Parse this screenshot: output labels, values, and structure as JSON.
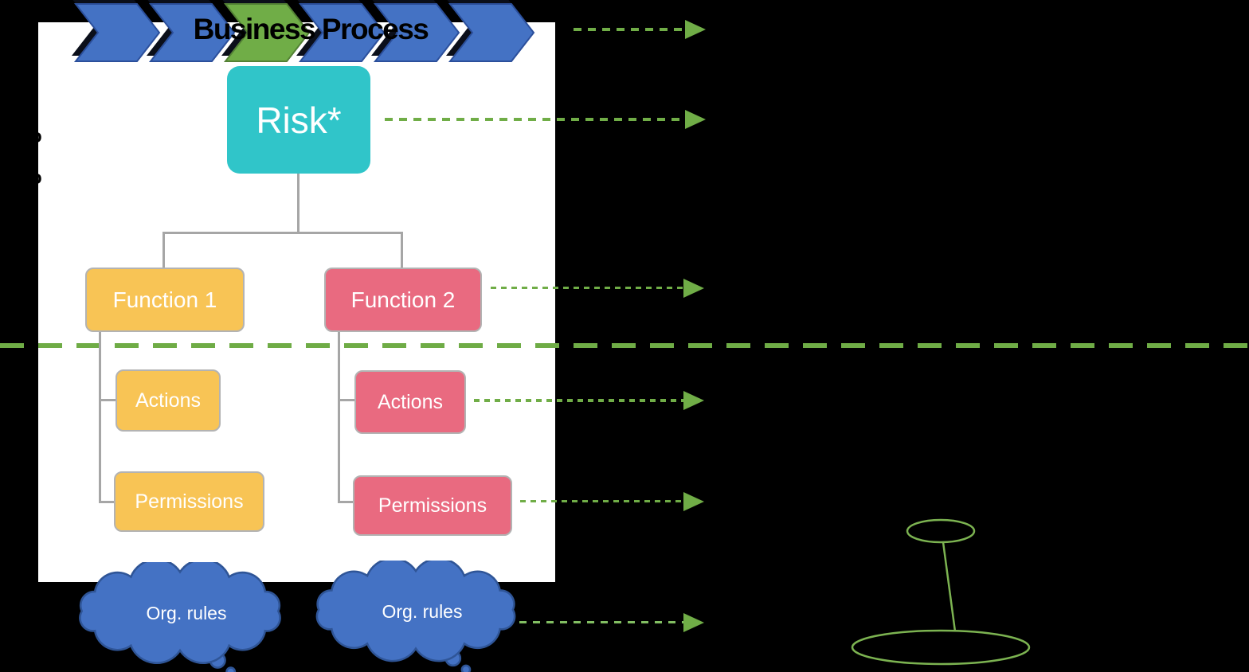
{
  "banner": {
    "label": "Business Process",
    "segment_colors": [
      "#4472C4",
      "#4472C4",
      "#70AD47",
      "#4472C4",
      "#4472C4",
      "#4472C4"
    ],
    "segment_borders": [
      "#2B4F9B",
      "#2B4F9B",
      "#538135",
      "#2B4F9B",
      "#2B4F9B",
      "#2B4F9B"
    ]
  },
  "bullets": [
    "o",
    "o"
  ],
  "tree": {
    "root": {
      "label": "Risk*",
      "color": "#30C5C9"
    },
    "branches": [
      {
        "label": "Function 1",
        "color": "#F8C455",
        "children": [
          {
            "label": "Actions"
          },
          {
            "label": "Permissions"
          }
        ],
        "cloud": {
          "label": "Org. rules"
        }
      },
      {
        "label": "Function 2",
        "color": "#E96A80",
        "children": [
          {
            "label": "Actions"
          },
          {
            "label": "Permissions"
          }
        ],
        "cloud": {
          "label": "Org. rules"
        }
      }
    ]
  },
  "colors": {
    "background": "#000000",
    "slide": "#FFFFFF",
    "cloud_fill": "#4472C4",
    "cloud_border": "#2F5597",
    "arrow_green": "#70AD47",
    "divider_green": "#6FAC46",
    "sketch_green": "#7CB351",
    "connector_gray": "#A6A6A6"
  }
}
